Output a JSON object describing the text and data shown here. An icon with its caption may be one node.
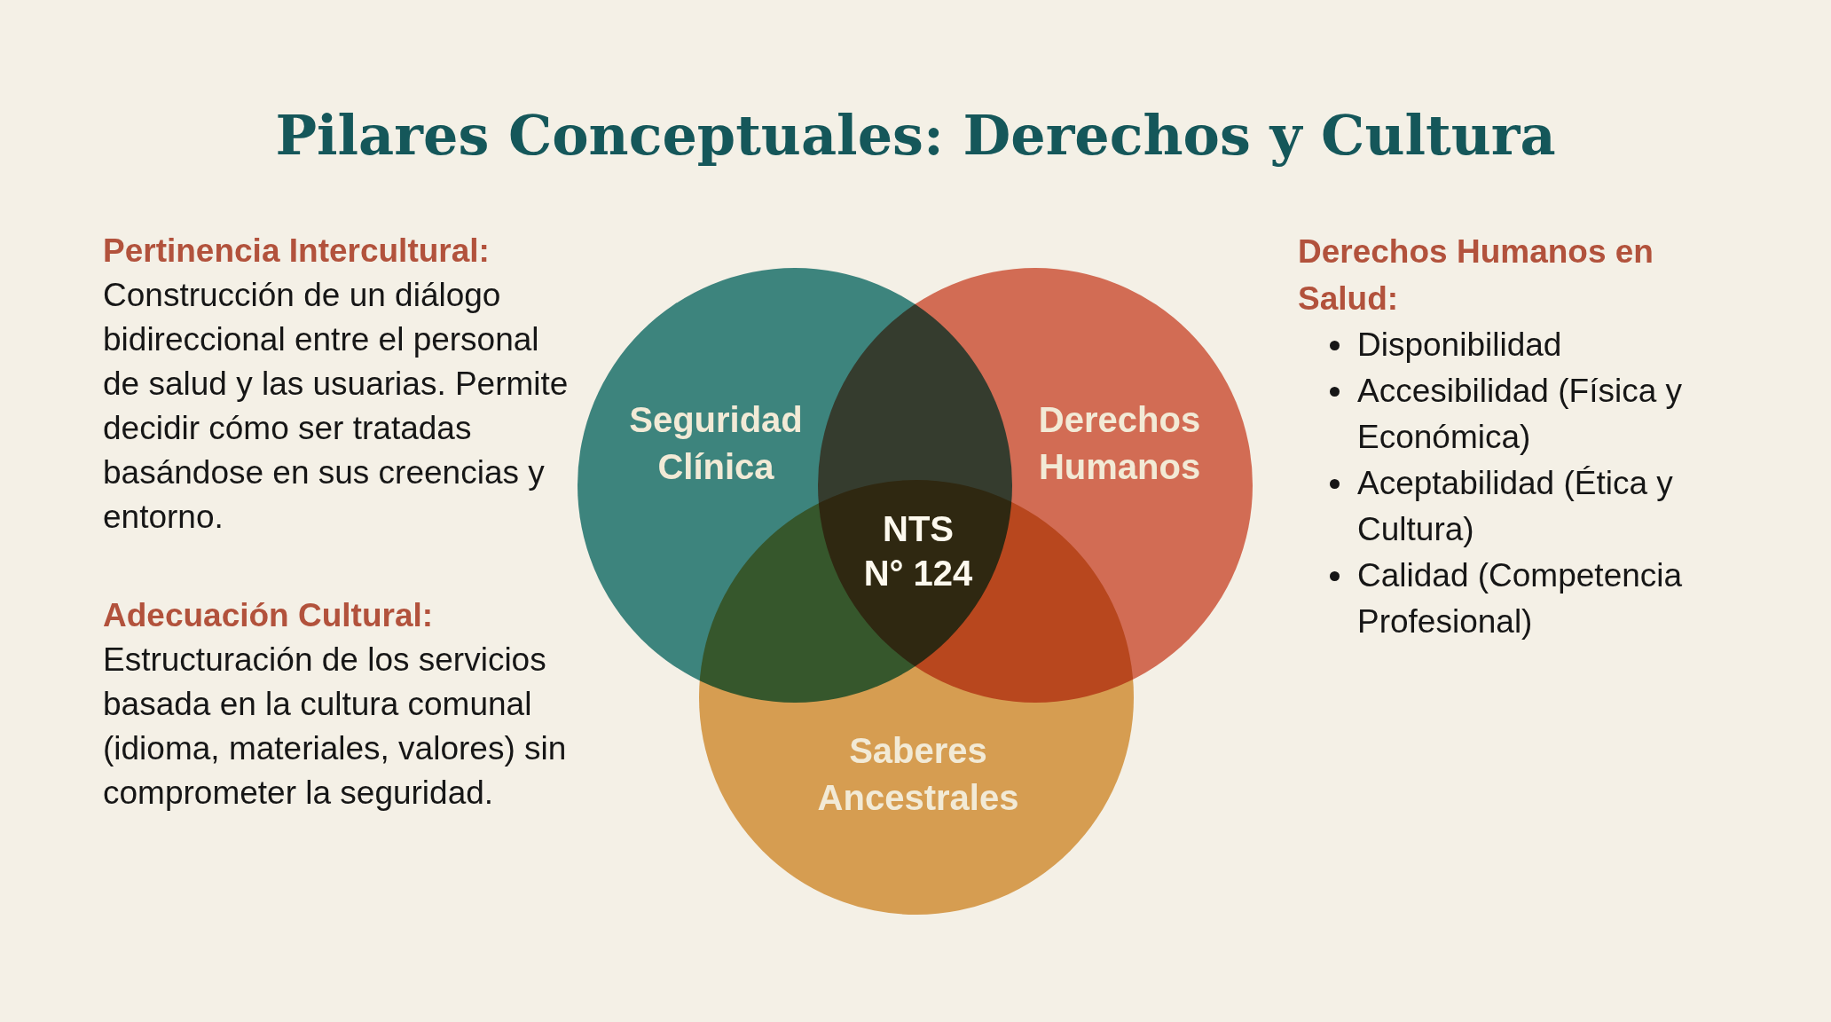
{
  "diagram": {
    "title": "Pilares Conceptuales: Derechos y Cultura",
    "nodes": [
      {
        "text": [
          "Seguridad Clínica"
        ]
      },
      {
        "text": [
          "Derechos Humanos"
        ]
      },
      {
        "text": [
          "Saberes Ancestrales"
        ]
      }
    ],
    "labels": [
      "Pertinencia Intercultural:",
      "Construcción de un diálogo bidireccional entre el personal de salud y las usuarias. Permite decidir cómo ser tratadas basándose en sus creencias y entorno.",
      "Adecuación Cultural:",
      "Estructuración de los servicios basada en la cultura comunal (idioma, materiales, valores) sin comprometer la seguridad.",
      "NTS N° 124",
      "Derechos Humanos en Salud:",
      "Disponibilidad",
      "Accesibilidad (Física y Económica)",
      "Aceptabilidad (Ética y Cultura)",
      "Calidad (Competencia Profesional)"
    ]
  }
}
